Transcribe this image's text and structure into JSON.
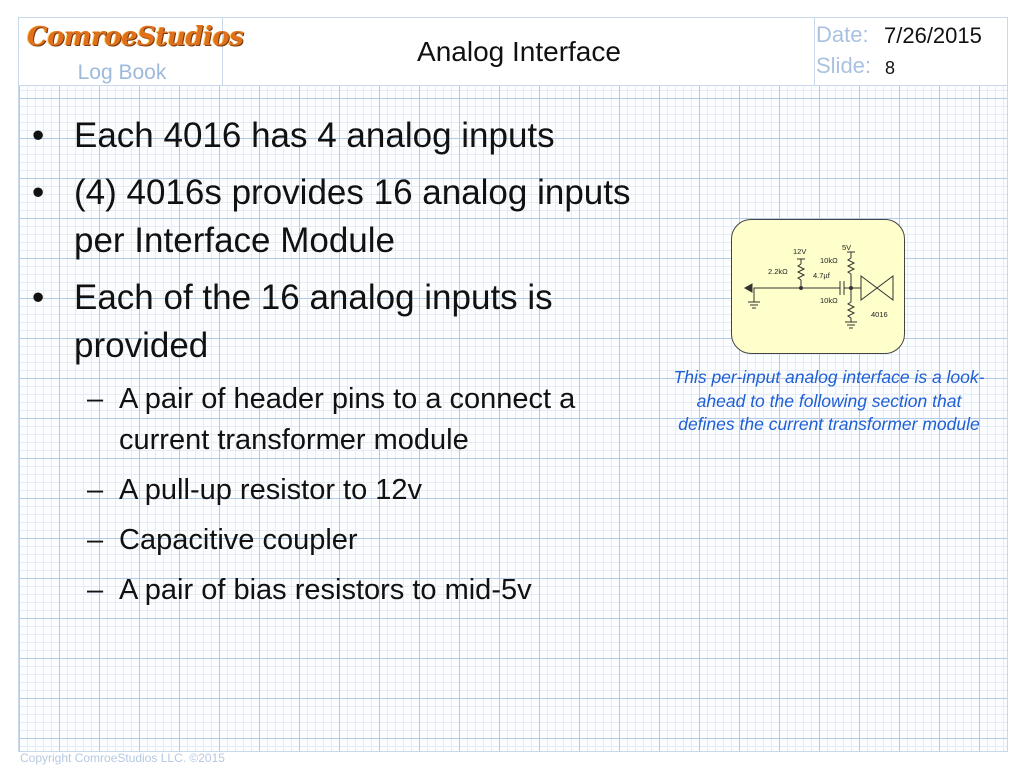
{
  "header": {
    "logo_text": "ComroeStudios",
    "logbook_text": "Log Book",
    "title": "Analog Interface",
    "date_label": "Date:",
    "date_value": "7/26/2015",
    "slide_label": "Slide:",
    "slide_value": "8"
  },
  "bullets": [
    {
      "level": 1,
      "text": "Each 4016 has 4 analog inputs"
    },
    {
      "level": 1,
      "text": "(4) 4016s provides 16 analog inputs per Interface Module"
    },
    {
      "level": 1,
      "text": "Each of the 16 analog inputs is provided"
    },
    {
      "level": 2,
      "text": "A pair of header pins to a connect a current transformer module"
    },
    {
      "level": 2,
      "text": "A pull-up resistor to 12v"
    },
    {
      "level": 2,
      "text": "Capacitive coupler"
    },
    {
      "level": 2,
      "text": "A pair of bias resistors to mid-5v"
    }
  ],
  "markers": {
    "bullet": "•",
    "dash": "–"
  },
  "figure": {
    "labels": {
      "v12": "12V",
      "v5": "5V",
      "r_pullup": "2.2kΩ",
      "r_top": "10kΩ",
      "cap": "4.7µf",
      "r_bottom": "10kΩ",
      "chip": "4016"
    },
    "caption": "This per-input analog interface is a look-ahead to the following section that defines the current transformer module"
  },
  "footer": {
    "copyright": "Copyright ComroeStudios LLC. ©2015"
  },
  "colors": {
    "grid_major": "#b3cbe6",
    "logo": "#e0701c",
    "label_muted": "#a9c2e2",
    "caption": "#1f5fd6",
    "figure_bg": "#ffffcc"
  }
}
